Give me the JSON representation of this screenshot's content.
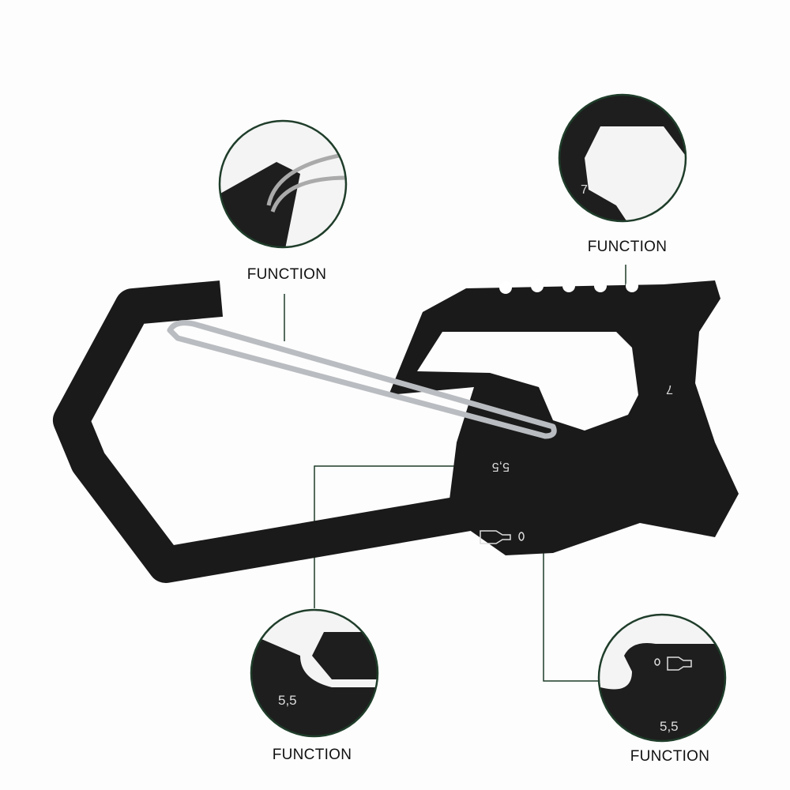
{
  "callouts": [
    {
      "label": "FUNCTION"
    },
    {
      "label": "FUNCTION"
    },
    {
      "label": "FUNCTION"
    },
    {
      "label": "FUNCTION"
    }
  ],
  "engravings": {
    "wrench_size_large": "7",
    "wrench_size_small": "5,5",
    "bottle_icon": "bottle-opener-icon"
  },
  "colors": {
    "tool_body": "#1a1a1a",
    "callout_ring": "#1f3d2a",
    "leader_line": "#1f3d2a",
    "wire_gate": "#b9bcc0"
  }
}
